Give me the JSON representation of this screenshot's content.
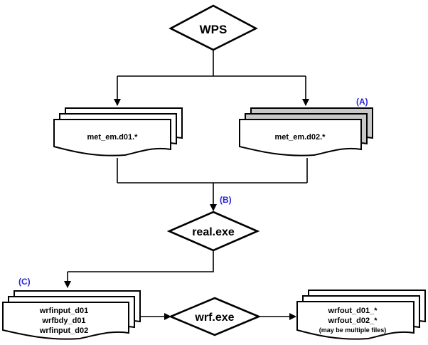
{
  "nodes": {
    "wps": "WPS",
    "met_d01": "met_em.d01.*",
    "met_d02": "met_em.d02.*",
    "real": "real.exe",
    "wrf": "wrf.exe",
    "wrf_inputs": [
      "wrfinput_d01",
      "wrfbdy_d01",
      "wrfinput_d02"
    ],
    "wrf_outputs": [
      "wrfout_d01_*",
      "wrfout_d02_*"
    ],
    "wrf_outputs_note": "(may be multiple files)"
  },
  "markers": {
    "a": "(A)",
    "b": "(B)",
    "c": "(C)"
  },
  "colors": {
    "marker": "#2c25d6",
    "highlight_sheet": "#c8c8c8",
    "line": "#000000"
  }
}
